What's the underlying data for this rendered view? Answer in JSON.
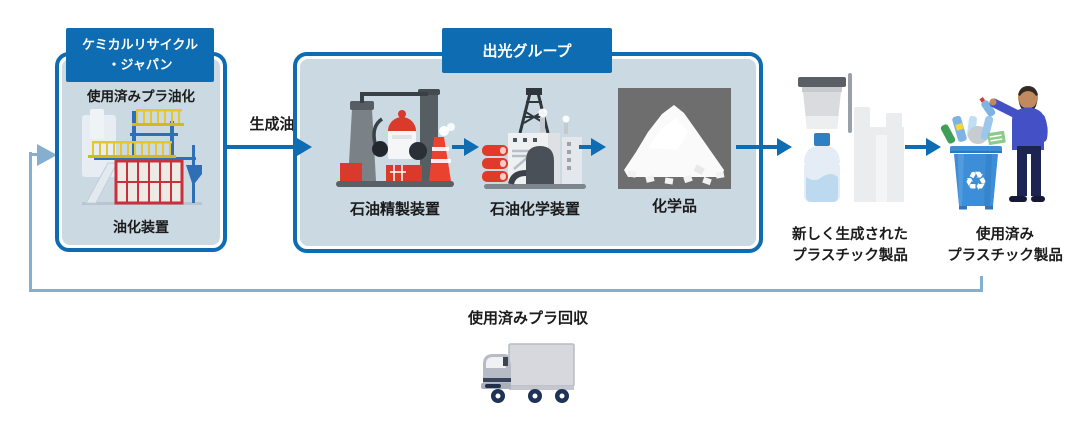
{
  "diagram": {
    "colors": {
      "primary_blue": "#0d6cb2",
      "panel_fill": "#cbd9e3",
      "loop_blue": "#85aecf",
      "photo_gray": "#6e6e6e",
      "bin_blue": "#3d8ed8",
      "text_dark": "#1b1b1b"
    },
    "left_box": {
      "header_line1": "ケミカルリサイクル",
      "header_line2": "・ジャパン",
      "process_label": "使用済みプラ油化",
      "equipment_label": "油化装置"
    },
    "oil_arrow_label": "生成油",
    "idemitsu_box": {
      "header": "出光グループ",
      "stations": [
        {
          "label": "石油精製装置",
          "icon": "refinery-illustration"
        },
        {
          "label": "石油化学装置",
          "icon": "petrochemical-plant-illustration"
        },
        {
          "label": "化学品",
          "icon": "plastic-pellets-photo"
        }
      ]
    },
    "new_products": {
      "label_line1": "新しく生成された",
      "label_line2": "プラスチック製品"
    },
    "used_products": {
      "label_line1": "使用済み",
      "label_line2": "プラスチック製品"
    },
    "collection": {
      "label": "使用済みプラ回収"
    }
  }
}
